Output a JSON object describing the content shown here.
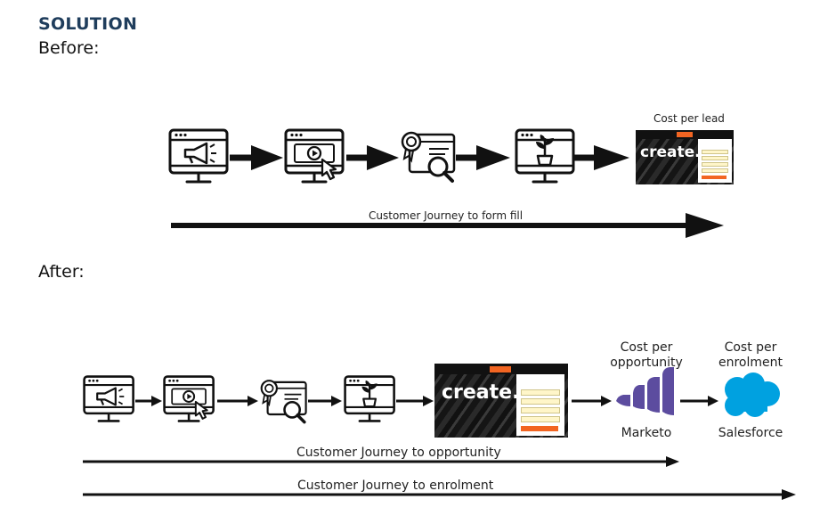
{
  "header": {
    "title": "SOLUTION",
    "before_label": "Before:",
    "after_label": "After:"
  },
  "before": {
    "cost_label": "Cost per lead",
    "journey_label": "Customer Journey to form fill",
    "steps": [
      "megaphone-icon",
      "video-play-icon",
      "award-search-icon",
      "plant-growth-icon",
      "landing-page-screenshot"
    ]
  },
  "after": {
    "marketo_cost_label": "Cost per\nopportunity",
    "salesforce_cost_label": "Cost per\nenrolment",
    "marketo_label": "Marketo",
    "salesforce_label": "Salesforce",
    "journey_opportunity_label": "Customer Journey to opportunity",
    "journey_enrolment_label": "Customer Journey to enrolment",
    "steps": [
      "megaphone-icon",
      "video-play-icon",
      "award-search-icon",
      "plant-growth-icon",
      "landing-page-screenshot",
      "marketo-logo",
      "salesforce-logo"
    ]
  },
  "landing": {
    "brand": "create."
  },
  "colors": {
    "title": "#1f3d5c",
    "marketo": "#5c4c9f",
    "salesforce": "#00a1e0",
    "landing_accent": "#f26522"
  }
}
